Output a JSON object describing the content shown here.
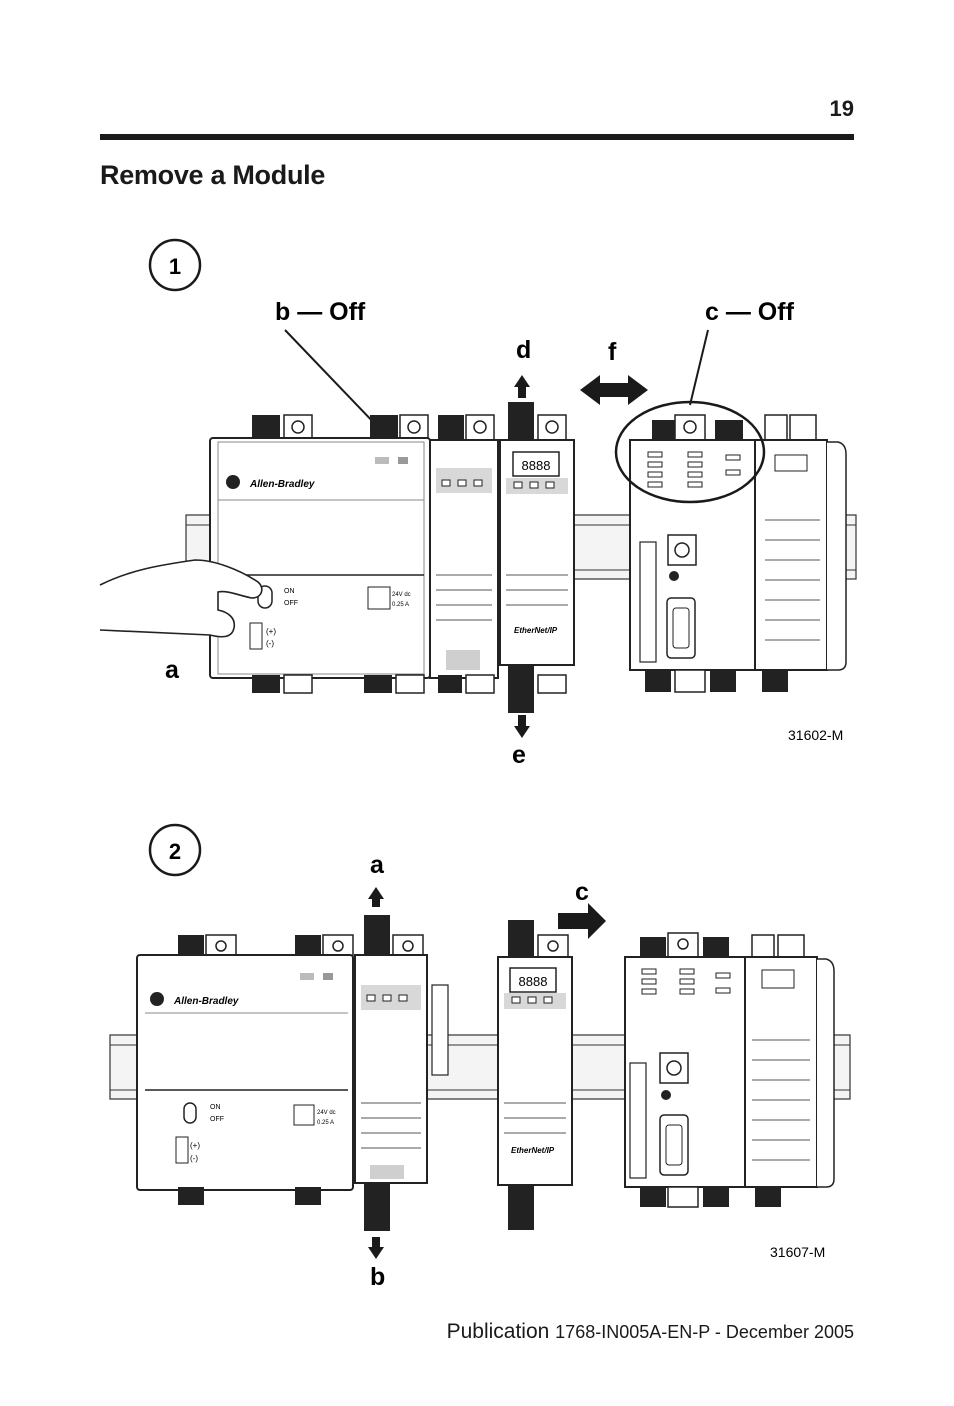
{
  "page_number": "19",
  "section_title": "Remove a Module",
  "figure1": {
    "step": "1",
    "label_b": "b — Off",
    "label_c": "c — Off",
    "label_d": "d",
    "label_f": "f",
    "label_a": "a",
    "label_e": "e",
    "figure_id": "31602-M"
  },
  "figure2": {
    "step": "2",
    "label_a": "a",
    "label_c": "c",
    "label_b": "b",
    "figure_id": "31607-M"
  },
  "device": {
    "brand": "Allen-Bradley",
    "switch_on": "ON",
    "switch_off": "OFF",
    "output_spec_1": "24V dc",
    "output_spec_2": "0.25 A",
    "plus": "(+)",
    "minus": "(-)",
    "network_logo": "EtherNet/IP"
  },
  "footer": {
    "publication_word": "Publication",
    "publication_ref": "1768-IN005A-EN-P - December 2005"
  }
}
